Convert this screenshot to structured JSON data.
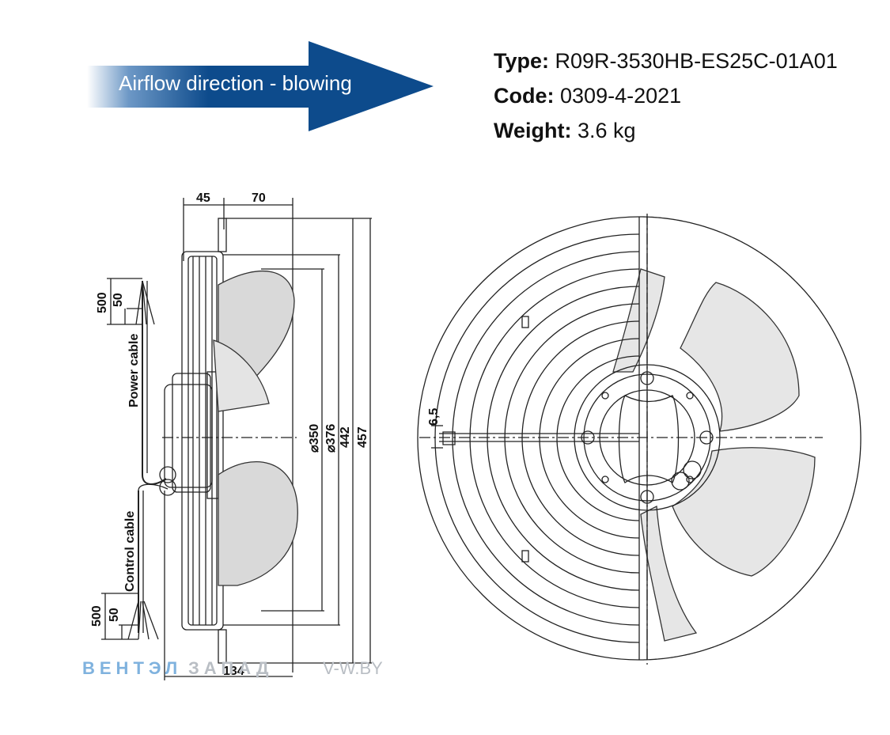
{
  "header": {
    "airflow_label": "Airflow direction - blowing",
    "type_label": "Type:",
    "type_value": "R09R-3530HB-ES25C-01A01",
    "code_label": "Code:",
    "code_value": "0309-4-2021",
    "weight_label": "Weight:",
    "weight_value": "3.6 kg"
  },
  "dimensions": {
    "d45": "45",
    "d70": "70",
    "d350": "⌀350",
    "d376": "⌀376",
    "d442": "442",
    "d457": "457",
    "d134": "134",
    "d500_top": "500",
    "d50_top": "50",
    "d500_bottom": "500",
    "d50_bottom": "50",
    "d6_5": "6,5"
  },
  "labels": {
    "power_cable": "Power cable",
    "control_cable": "Control cable"
  },
  "watermark": {
    "part1": "ВЕНТЭЛ",
    "part2": "ЗАПАД",
    "site": "V-W.BY"
  },
  "colors": {
    "arrow": "#0d4b8c",
    "watermark_blue": "#7fb2de",
    "watermark_gray": "#b9bec4"
  }
}
